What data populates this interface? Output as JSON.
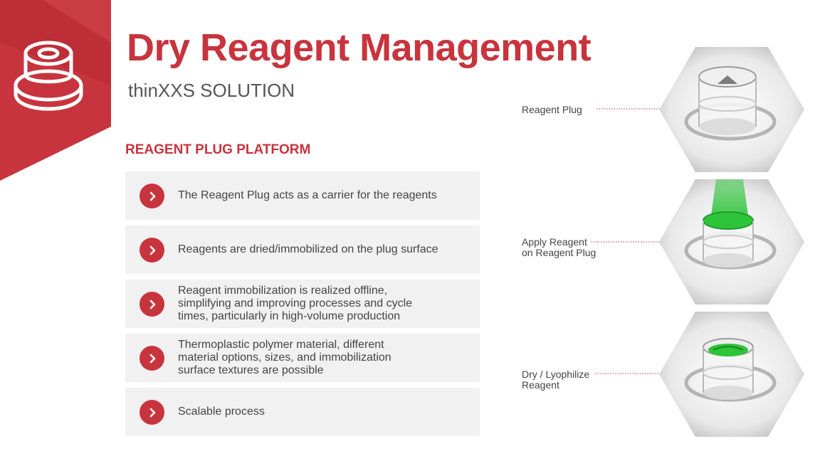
{
  "header": {
    "title": "Dry Reagent Management",
    "subtitle": "thinXXS SOLUTION",
    "logo_icon": "reagent-plug-icon"
  },
  "section_heading": "REAGENT PLUG PLATFORM",
  "items": [
    {
      "text": "The Reagent Plug acts as a carrier for the reagents"
    },
    {
      "text": "Reagents are dried/immobilized on the plug surface"
    },
    {
      "text": "Reagent immobilization is realized offline,\nsimplifying and improving processes and cycle\ntimes, particularly in high-volume production"
    },
    {
      "text": "Thermoplastic polymer material, different\nmaterial options, sizes, and immobilization\nsurface textures are possible"
    },
    {
      "text": "Scalable process"
    }
  ],
  "steps": [
    {
      "label": "Reagent Plug"
    },
    {
      "label": "Apply Reagent\non Reagent Plug"
    },
    {
      "label": "Dry / Lyophilize\nReagent"
    }
  ],
  "colors": {
    "accent": "#c8343d",
    "accent_dark": "#a92730",
    "text": "#444444",
    "panel": "#f1f1f1",
    "reagent_green": "#2ec43a"
  }
}
